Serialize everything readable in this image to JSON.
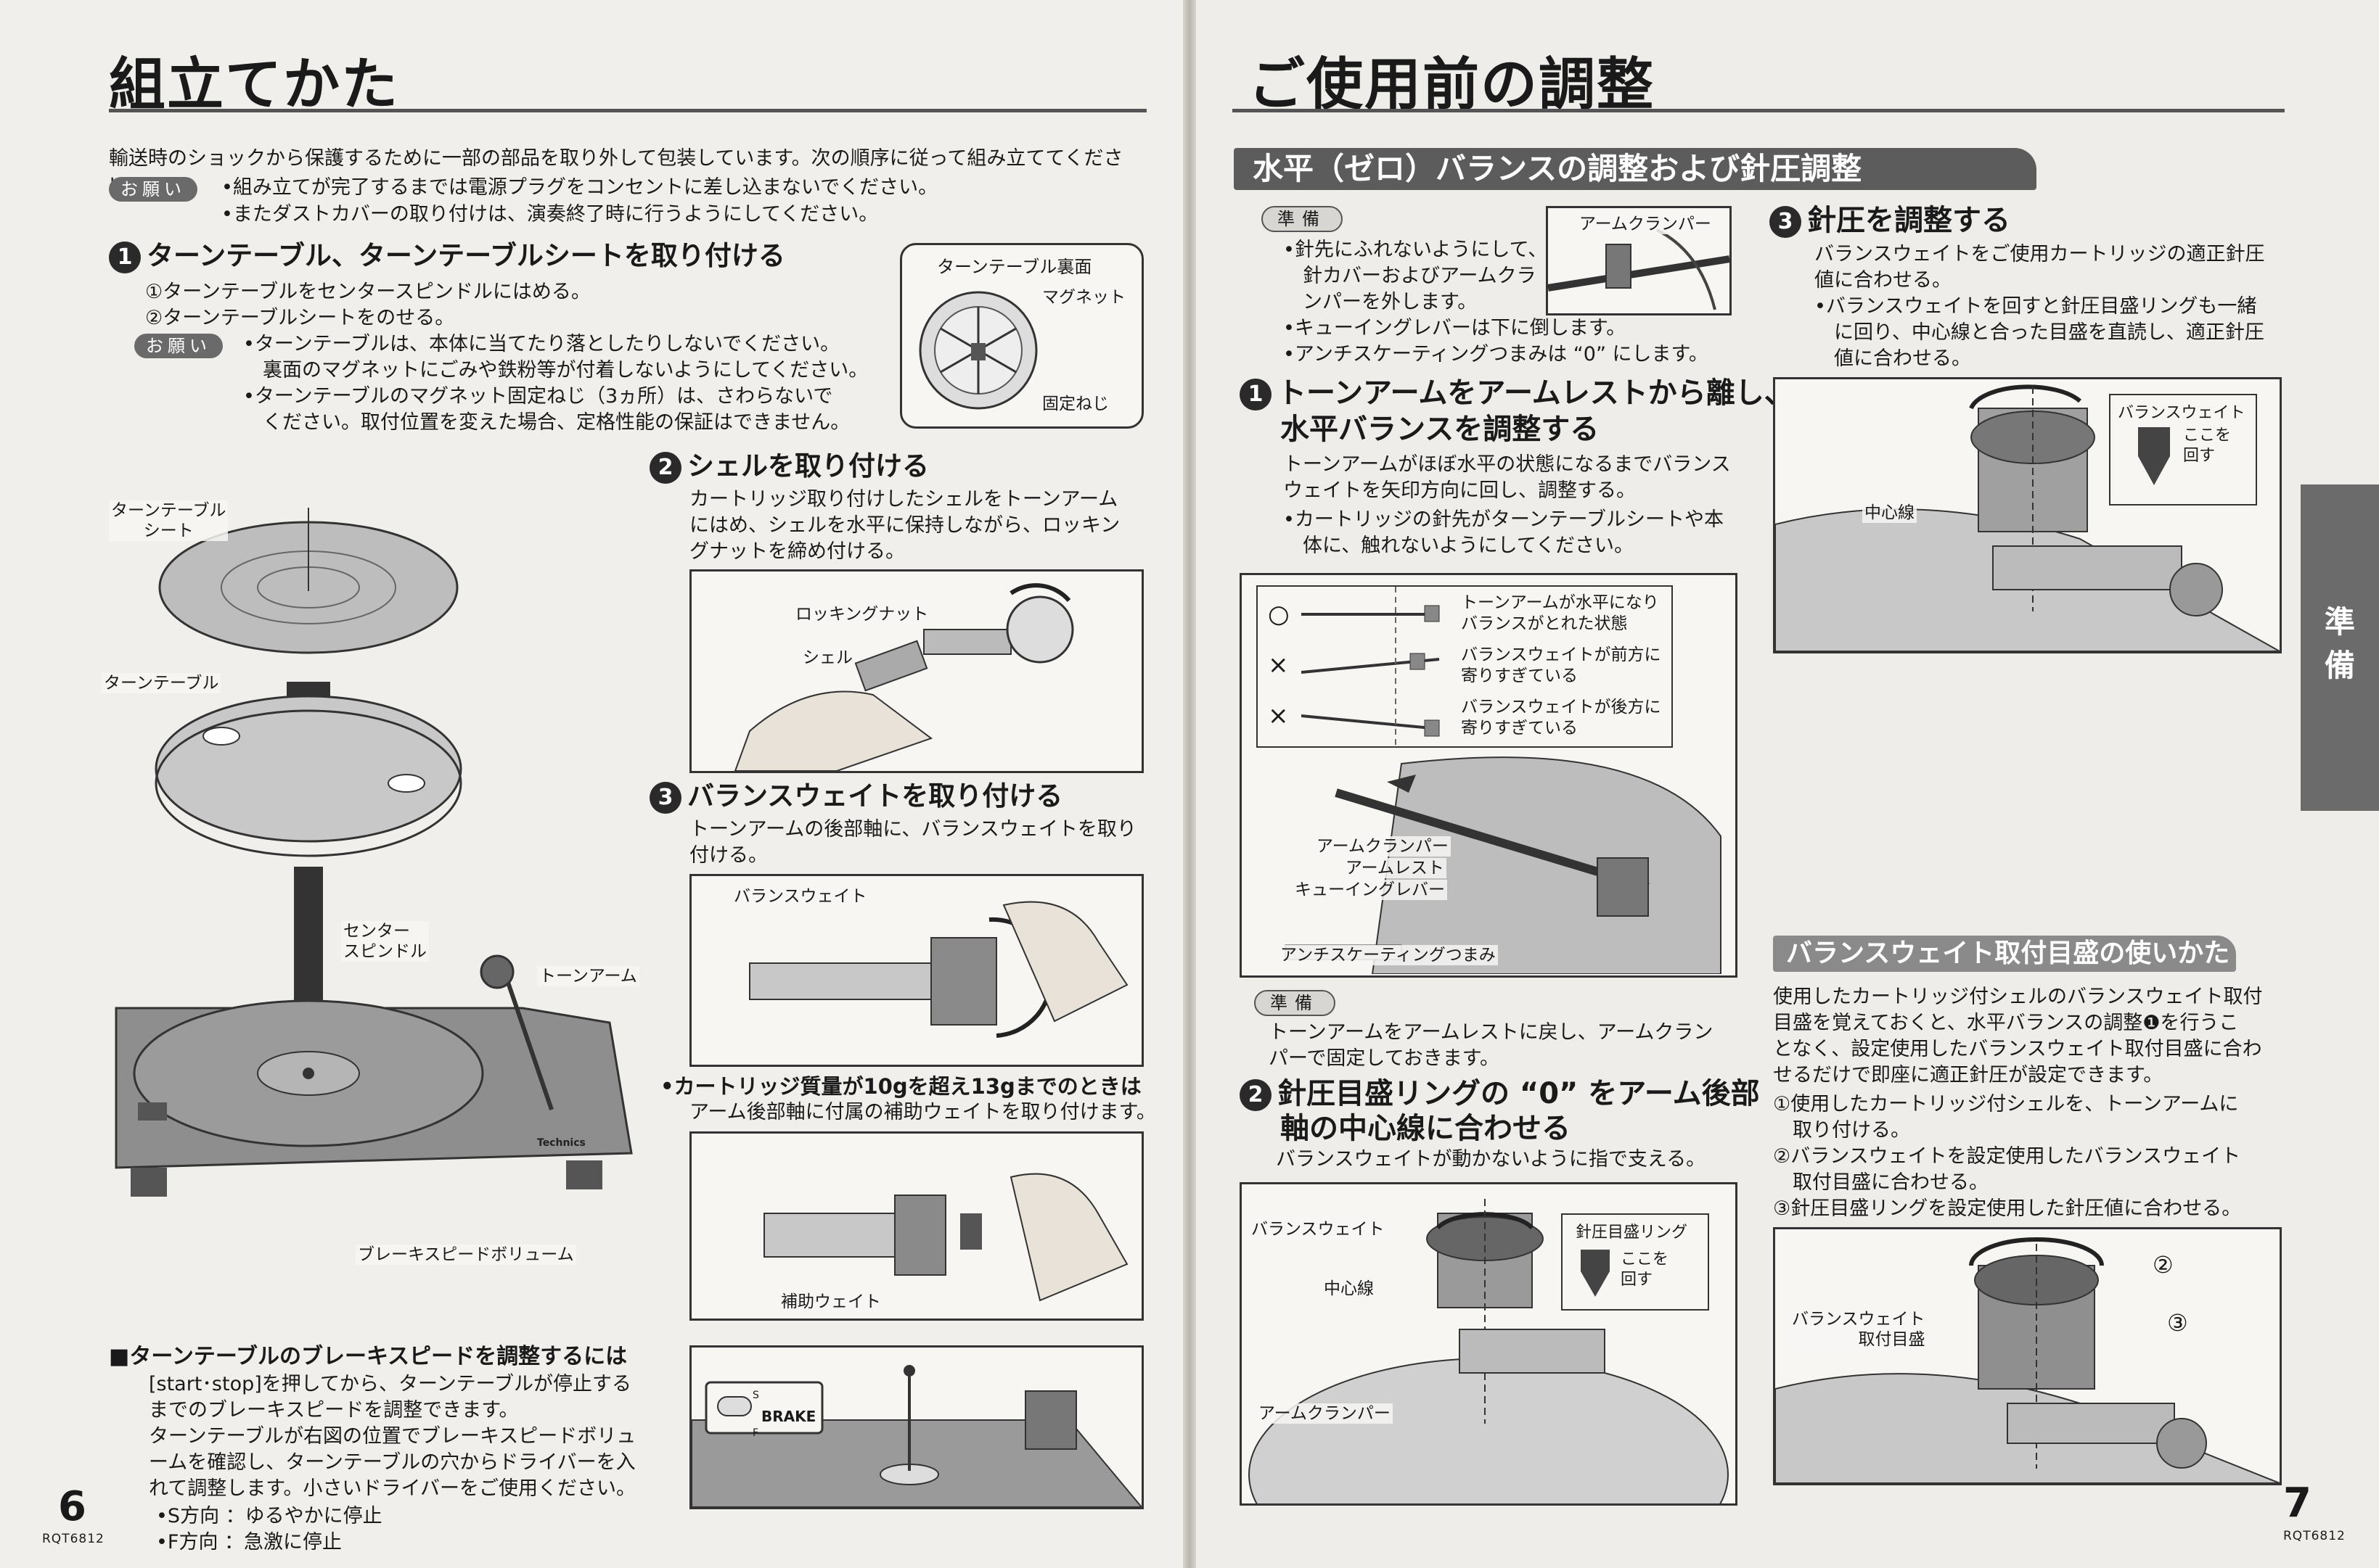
{
  "left": {
    "title": "組立てかた",
    "intro": "輸送時のショックから保護するために一部の部品を取り外して包装しています。次の順序に従って組み立ててください。",
    "caution_badge": "お願い",
    "caution_items": [
      "•組み立てが完了するまでは電源プラグをコンセントに差し込まないでください。",
      "•またダストカバーの取り付けは、演奏終了時に行うようにしてください。"
    ],
    "step1": {
      "num": "1",
      "heading": "ターンテーブル、ターンテーブルシートを取り付ける",
      "lines": [
        "①ターンテーブルをセンタースピンドルにはめる。",
        "②ターンテーブルシートをのせる。"
      ],
      "caution_badge": "お願い",
      "caution_lines": [
        "•ターンテーブルは、本体に当てたり落としたりしないでください。",
        "　裏面のマグネットにごみや鉄粉等が付着しないようにしてください。",
        "•ターンテーブルのマグネット固定ねじ（3ヵ所）は、さわらないで",
        "　ください。取付位置を変えた場合、定格性能の保証はできません。"
      ]
    },
    "underside_fig": {
      "title": "ターンテーブル裏面",
      "magnet": "マグネット",
      "screw": "固定ねじ"
    },
    "exploded_fig": {
      "sheet": "ターンテーブル\nシート",
      "platter": "ターンテーブル",
      "spindle": "センター\nスピンドル",
      "tonearm": "トーンアーム",
      "brake": "ブレーキスピードボリューム",
      "brand": "Technics"
    },
    "step2": {
      "num": "2",
      "heading": "シェルを取り付ける",
      "lines": [
        "カートリッジ取り付けしたシェルをトーンアーム",
        "にはめ、シェルを水平に保持しながら、ロッキン",
        "グナットを締め付ける。"
      ],
      "fig_locking_nut": "ロッキングナット",
      "fig_shell": "シェル"
    },
    "step3": {
      "num": "3",
      "heading": "バランスウェイトを取り付ける",
      "lines": [
        "トーンアームの後部軸に、バランスウェイトを取り",
        "付ける。"
      ],
      "fig_balance": "バランスウェイト",
      "note_heading": "•カートリッジ質量が10gを超え13gまでのときは",
      "note_text": "アーム後部軸に付属の補助ウェイトを取り付けます。",
      "fig_aux": "補助ウェイト"
    },
    "brake_section": {
      "heading": "■ターンテーブルのブレーキスピードを調整するには",
      "lines": [
        "[start･stop]を押してから、ターンテーブルが停止する",
        "までのブレーキスピードを調整できます。",
        "ターンテーブルが右図の位置でブレーキスピードボリュ",
        "ームを確認し、ターンテーブルの穴からドライバーを入",
        "れて調整します。小さいドライバーをご使用ください。"
      ],
      "items": [
        "•S方向 ：ゆるやかに停止",
        "•F方向 ：急激に停止"
      ],
      "fig_brake": "BRAKE",
      "fig_s": "S",
      "fig_f": "F"
    },
    "page_number": "6",
    "doc_code": "RQT6812"
  },
  "right": {
    "title": "ご使用前の調整",
    "section_bar": "水平（ゼロ）バランスの調整および針圧調整",
    "prep_badge": "準備",
    "prep_items": [
      "•針先にふれないようにして、",
      "　針カバーおよびアームクラ",
      "　ンパーを外します。",
      "•キューイングレバーは下に倒します。",
      "•アンチスケーティングつまみは “0” にします。"
    ],
    "fig_arm_clamper_top": "アームクランパー",
    "step1": {
      "num": "1",
      "heading": "トーンアームをアームレストから離し、水平バランスを調整する",
      "heading_lines": [
        "トーンアームをアームレストから離し、",
        "水平バランスを調整する"
      ],
      "lines": [
        "トーンアームがほぼ水平の状態になるまでバランス",
        "ウェイトを矢印方向に回し、調整する。",
        "•カートリッジの針先がターンテーブルシートや本",
        "　体に、触れないようにしてください。"
      ]
    },
    "balance_fig": {
      "rows": [
        {
          "mark": "○",
          "text": "トーンアームが水平になり\nバランスがとれた状態"
        },
        {
          "mark": "×",
          "text": "バランスウェイトが前方に\n寄りすぎている"
        },
        {
          "mark": "×",
          "text": "バランスウェイトが後方に\n寄りすぎている"
        }
      ],
      "labels": [
        "アームクランパー",
        "アームレスト",
        "キューイングレバー",
        "アンチスケーティングつまみ"
      ]
    },
    "prep2_badge": "準備",
    "prep2_lines": [
      "トーンアームをアームレストに戻し、アームクラン",
      "パーで固定しておきます。"
    ],
    "step2": {
      "num": "2",
      "heading_lines": [
        "針圧目盛リングの “0” をアーム後部",
        "軸の中心線に合わせる"
      ],
      "lines": [
        "バランスウェイトが動かないように指で支える。"
      ],
      "fig_balance": "バランスウェイト",
      "fig_ring": "針圧目盛リング",
      "fig_center": "中心線",
      "fig_hold": "ここを\n回す",
      "fig_clamper": "アームクランパー"
    },
    "step3": {
      "num": "3",
      "heading": "針圧を調整する",
      "lines": [
        "バランスウェイトをご使用カートリッジの適正針圧",
        "値に合わせる。",
        "•バランスウェイトを回すと針圧目盛リングも一緒",
        "　に回り、中心線と合った目盛を直読し、適正針圧",
        "　値に合わせる。"
      ],
      "fig_balance": "バランスウェイト",
      "fig_turn": "ここを\n回す",
      "fig_center": "中心線"
    },
    "scale_section": {
      "bar": "バランスウェイト取付目盛の使いかた",
      "lines": [
        "使用したカートリッジ付シェルのバランスウェイト取付",
        "目盛を覚えておくと、水平バランスの調整❶を行うこ",
        "となく、設定使用したバランスウェイト取付目盛に合わ",
        "せるだけで即座に適正針圧が設定できます。"
      ],
      "items": [
        "①使用したカートリッジ付シェルを、トーンアームに",
        "　取り付ける。",
        "②バランスウェイトを設定使用したバランスウェイト",
        "　取付目盛に合わせる。",
        "③針圧目盛リングを設定使用した針圧値に合わせる。"
      ],
      "fig_label": "バランスウェイト\n取付目盛",
      "fig_2": "②",
      "fig_3": "③"
    },
    "side_tab": "準\n備",
    "page_number": "7",
    "doc_code": "RQT6812"
  }
}
